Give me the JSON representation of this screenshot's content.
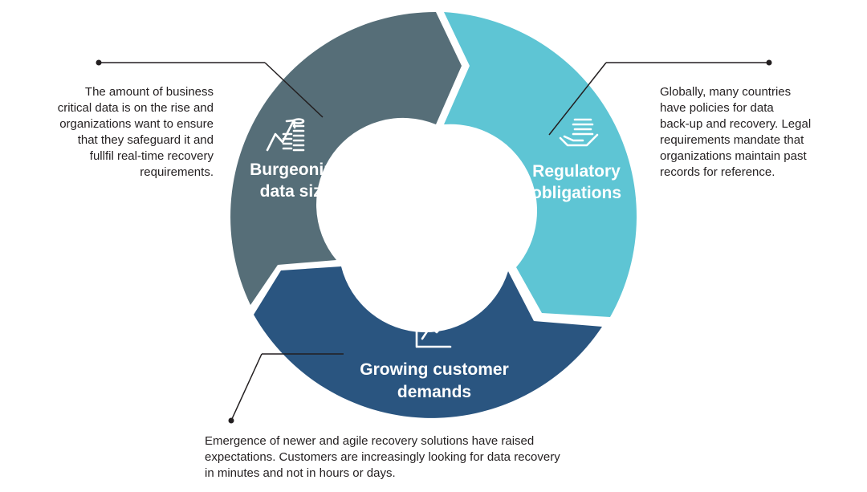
{
  "colors": {
    "burgeoning": "#566e78",
    "regulatory": "#5ec5d4",
    "growing": "#2a5580",
    "leader": "#231f20",
    "text": "#231f20"
  },
  "segments": {
    "burgeoning": {
      "icon": "coins-growth-icon",
      "label_line1": "Burgeoning",
      "label_line2": "data size",
      "description": [
        "The amount of business",
        "critical data is on the rise and",
        "organizations want to ensure",
        "that they safeguard it and",
        "fullfil real-time recovery",
        "requirements."
      ]
    },
    "regulatory": {
      "icon": "hand-holding-coins-icon",
      "label_line1": "Regulatory",
      "label_line2": "obligations",
      "description": [
        "Globally, many countries",
        "have policies for data",
        "back-up and recovery. Legal",
        "requirements mandate that",
        "organizations maintain past",
        "records for reference."
      ]
    },
    "growing": {
      "icon": "trend-chart-icon",
      "label_line1": "Growing customer",
      "label_line2": "demands",
      "description": [
        "Emergence of newer and agile recovery solutions have raised",
        "expectations. Customers are increasingly looking for data recovery",
        "in minutes and not in hours or days."
      ]
    }
  }
}
